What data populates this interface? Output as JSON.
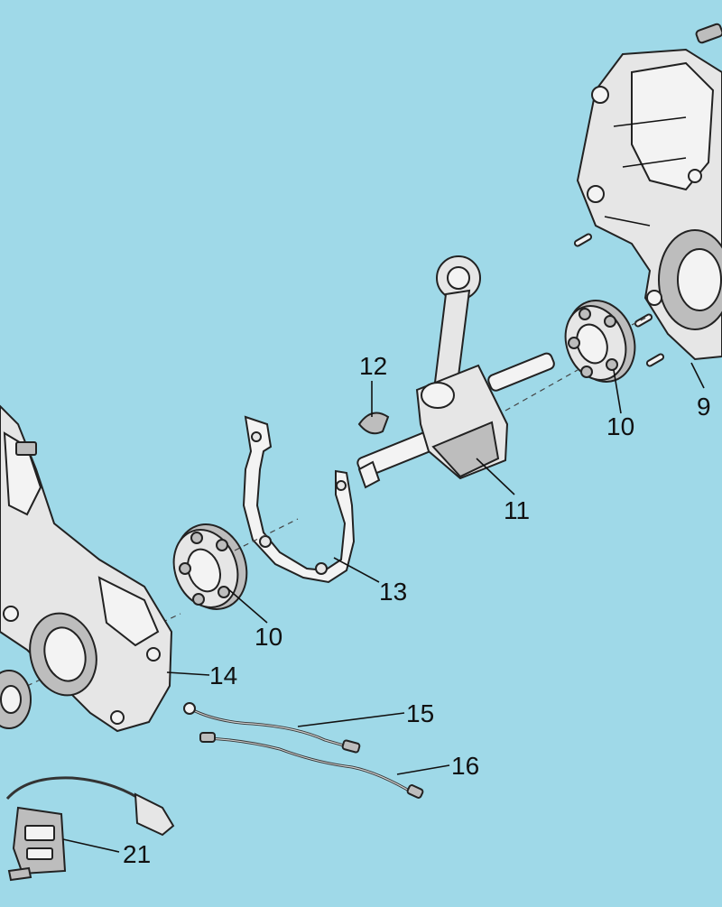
{
  "diagram": {
    "background": "#9fd9e8",
    "labels": {
      "p9": "9",
      "p10a": "10",
      "p10b": "10",
      "p11": "11",
      "p12": "12",
      "p13": "13",
      "p14": "14",
      "p15": "15",
      "p16": "16",
      "p21": "21"
    }
  }
}
